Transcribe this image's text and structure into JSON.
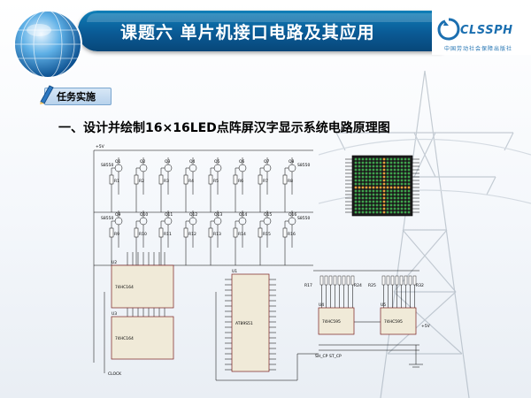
{
  "header": {
    "title": "课题六   单片机接口电路及其应用",
    "logo_text": "CLSSPH",
    "logo_sub": "中国劳动社会保障出版社"
  },
  "badge": {
    "label": "任务实施"
  },
  "heading": "一、设计并绘制16×16LED点阵屏汉字显示系统电路原理图",
  "circuit": {
    "vcc": "+5V",
    "transistor_type": "S8550",
    "transistors": [
      "Q1",
      "Q2",
      "Q3",
      "Q4",
      "Q5",
      "Q6",
      "Q7",
      "Q8",
      "Q9",
      "Q10",
      "Q11",
      "Q12",
      "Q13",
      "Q14",
      "Q15",
      "Q16"
    ],
    "resistors": [
      "R1",
      "R2",
      "R3",
      "R4",
      "R5",
      "R6",
      "R7",
      "R8",
      "R9",
      "R10",
      "R11",
      "R12",
      "R13",
      "R14",
      "R15",
      "R16"
    ],
    "ic_u1": {
      "ref": "U1",
      "part": "AT89S51"
    },
    "ic_u2": {
      "ref": "U2",
      "part": "74HC164"
    },
    "ic_u3": {
      "ref": "U3",
      "part": "74HC164"
    },
    "ic_u4": {
      "ref": "U4",
      "part": "74HC595"
    },
    "ic_u5": {
      "ref": "U5",
      "part": "74HC595"
    },
    "resistor_r17": "R17",
    "resistor_r24": "R24",
    "resistor_r25": "R25",
    "resistor_r32": "R32",
    "clock_label": "CLOCK",
    "st_cp": "ST_CP",
    "sh_cp": "SH_CP",
    "u5_vcc": "+5V"
  }
}
